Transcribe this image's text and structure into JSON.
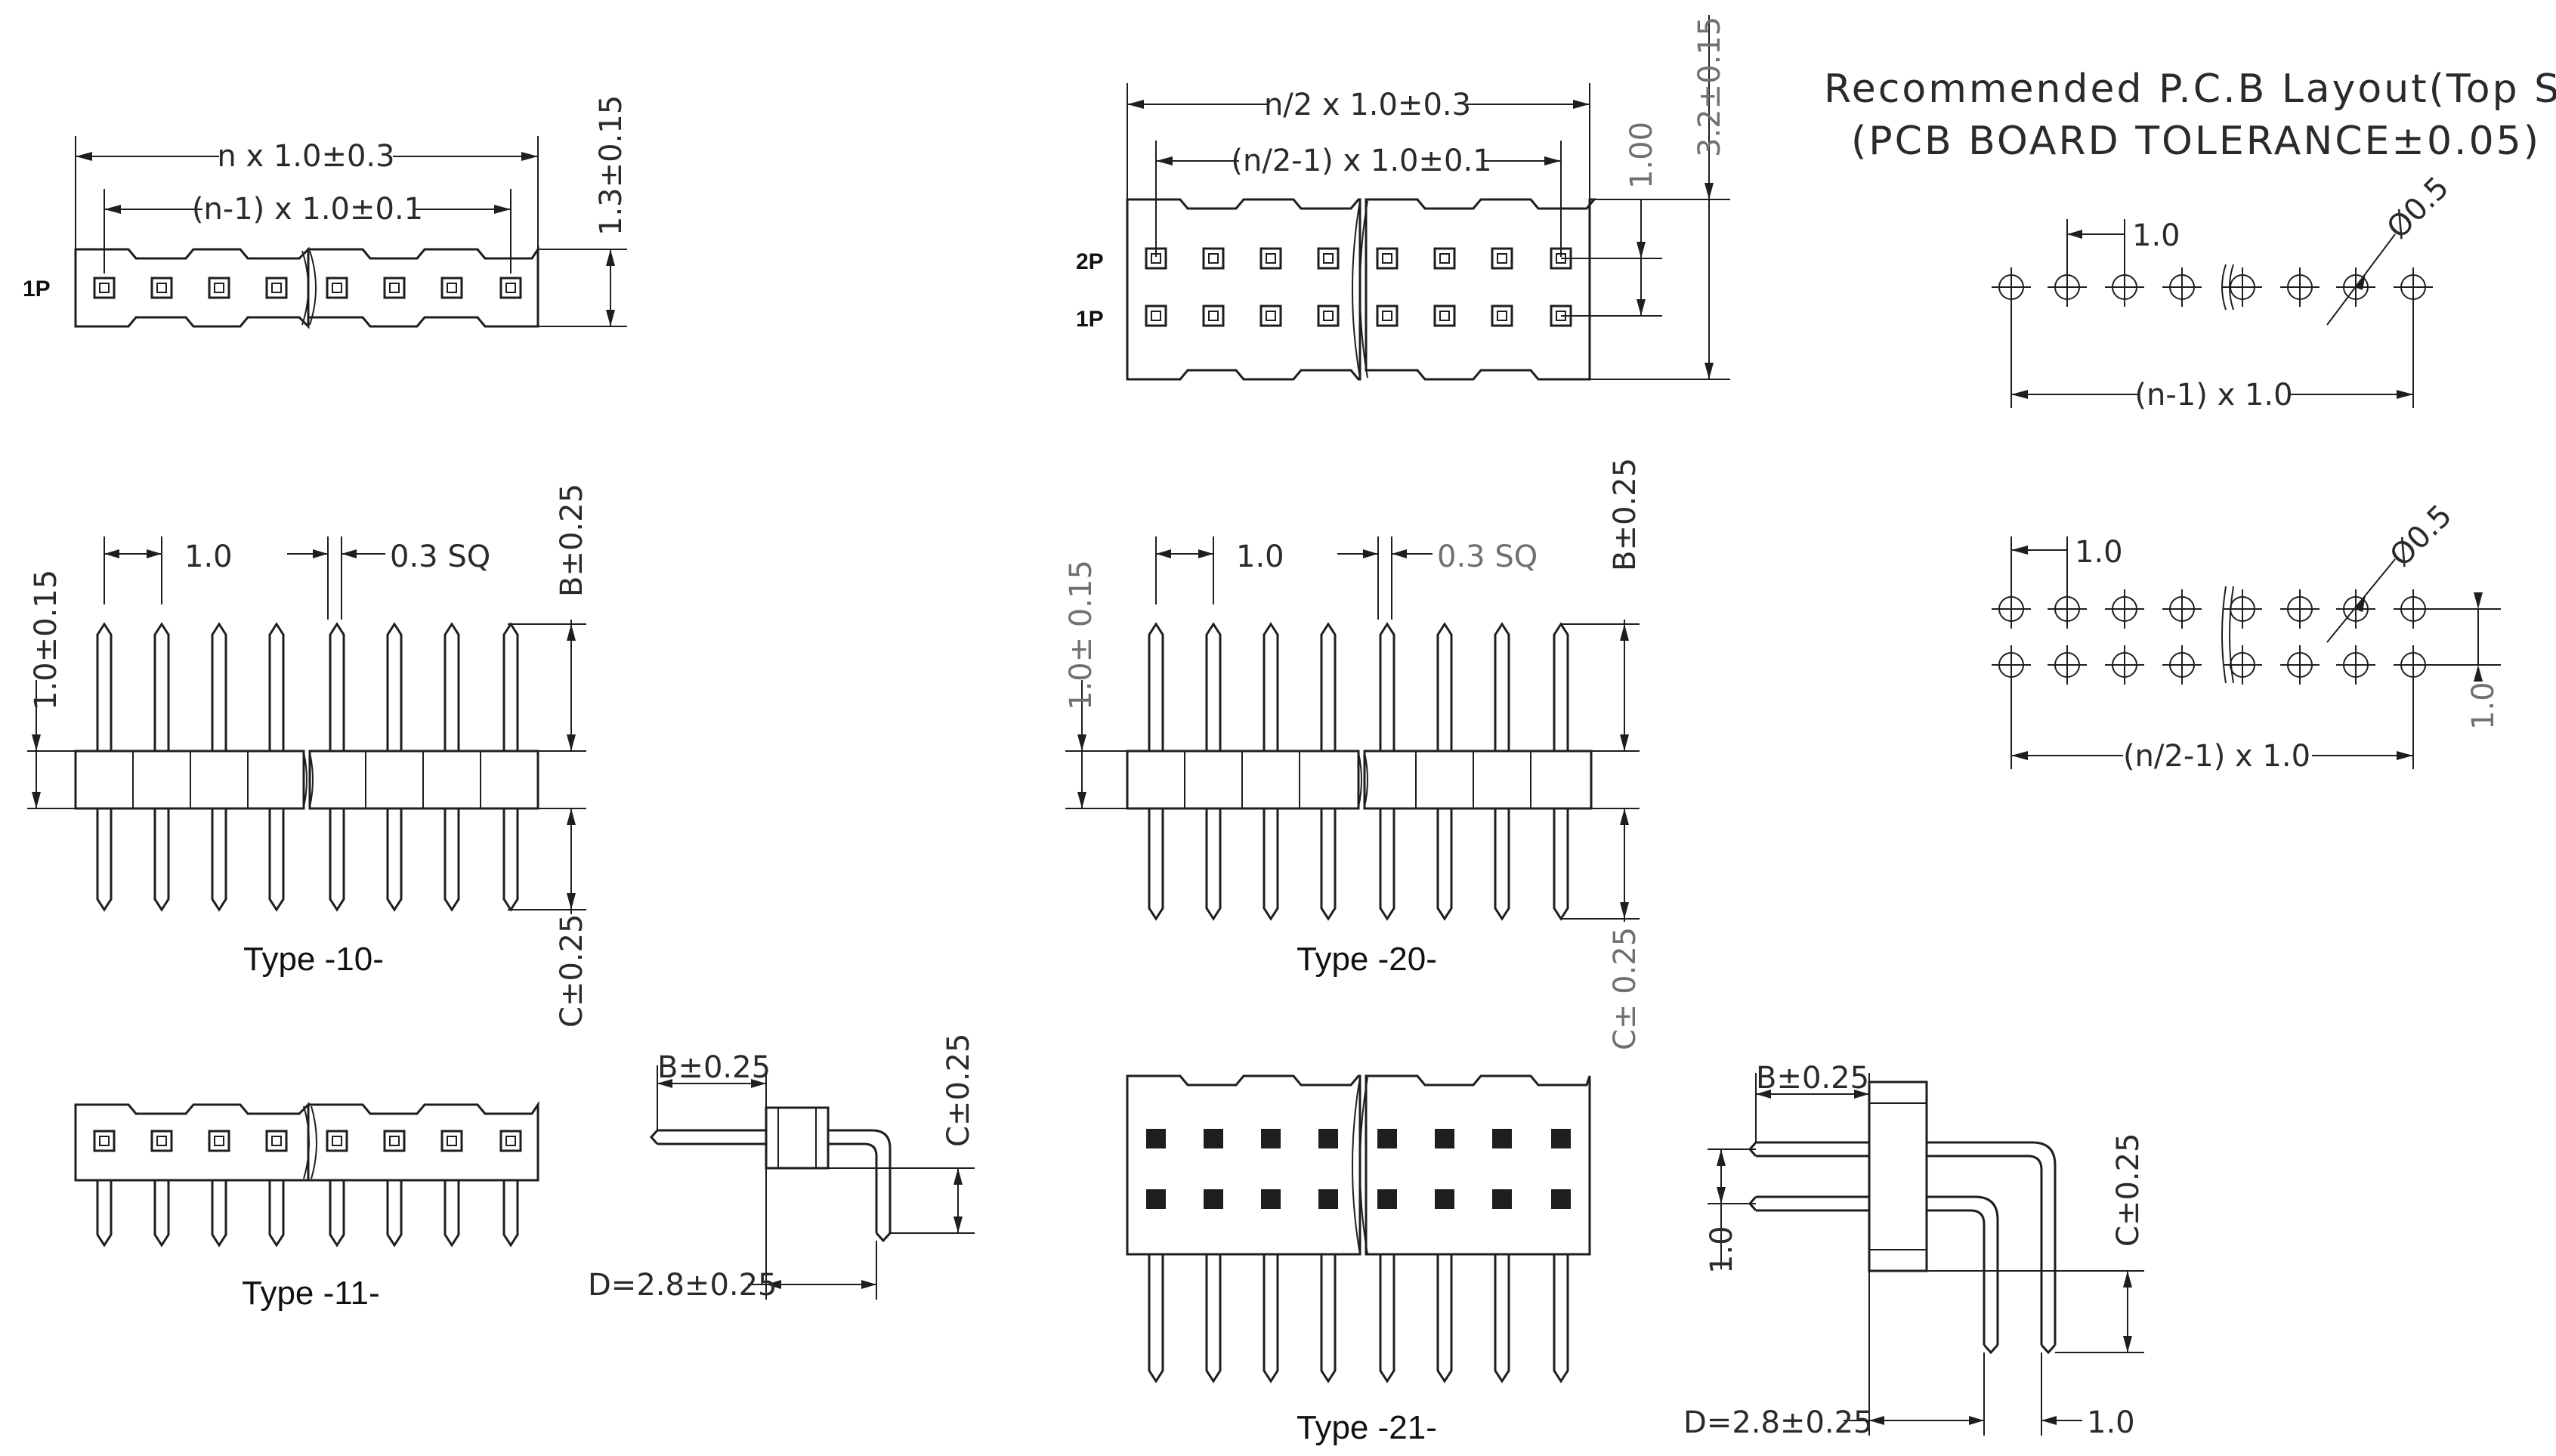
{
  "pcb": {
    "title": "Recommended P.C.B Layout(Top Side)",
    "subtitle": "(PCB BOARD TOLERANCE±0.05)",
    "pitch_top": "1.0",
    "dia_top": "Ø0.5",
    "span_top": "(n-1) x 1.0",
    "pitch_bottom": "1.0",
    "dia_bottom": "Ø0.5",
    "span_bottom": "(n/2-1) x 1.0",
    "row_pitch": "1.0"
  },
  "single_top": {
    "overall": "n x 1.0±0.3",
    "pitch_span": "(n-1) x 1.0±0.1",
    "height": "1.3±0.15",
    "pin1": "1P"
  },
  "dual_top": {
    "overall": "n/2 x 1.0±0.3",
    "pitch_span": "(n/2-1) x 1.0±0.1",
    "row_pitch": "1.00",
    "height": "3.2±0.15",
    "pin2": "2P",
    "pin1": "1P"
  },
  "type10": {
    "label": "Type -10-",
    "pitch": "1.0",
    "pin_size": "0.3 SQ",
    "insulator": "1.0±0.15",
    "b_dim": "B±0.25",
    "c_dim": "C±0.25"
  },
  "type20": {
    "label": "Type -20-",
    "pitch": "1.0",
    "pin_size": "0.3  SQ",
    "insulator": "1.0± 0.15",
    "b_dim": "B±0.25",
    "c_dim": "C± 0.25"
  },
  "type11": {
    "label": "Type -11-",
    "b_dim": "B±0.25",
    "c_dim": "C±0.25",
    "d_dim": "D=2.8±0.25"
  },
  "type21": {
    "label": "Type -21-",
    "b_dim": "B±0.25",
    "c_dim": "C±0.25",
    "d_dim": "D=2.8±0.25",
    "row_pitch": "1.0",
    "pitch": "1.0"
  }
}
